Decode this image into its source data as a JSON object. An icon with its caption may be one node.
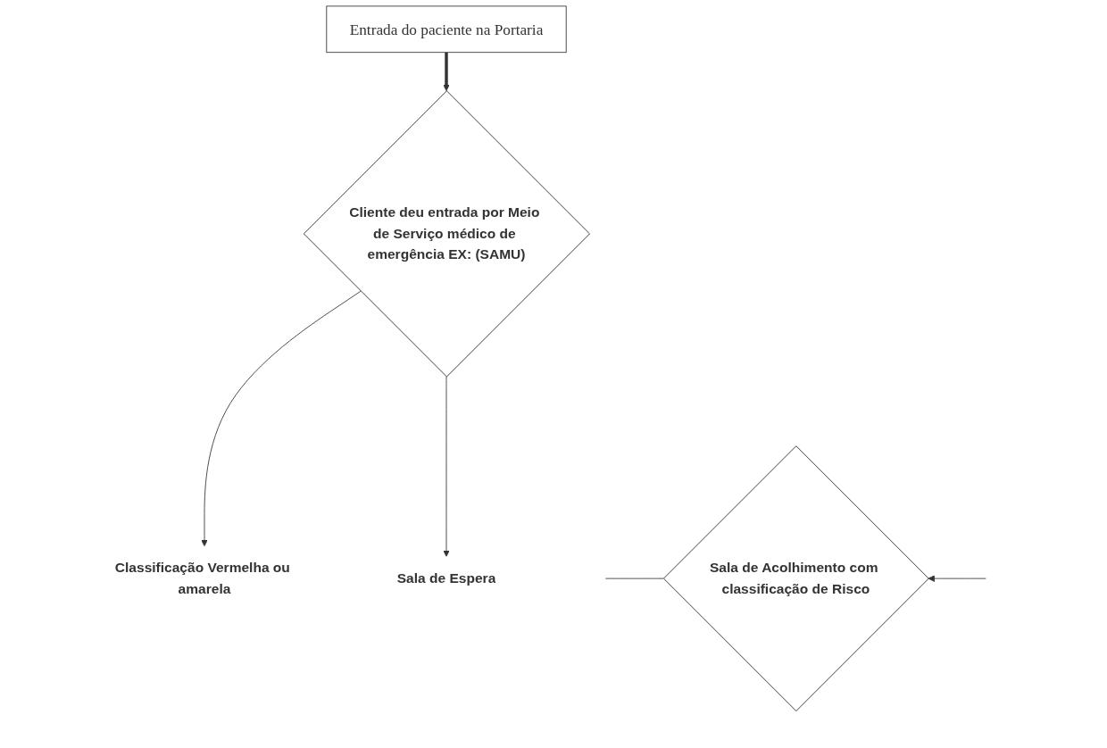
{
  "diagram": {
    "nodes": [
      {
        "text": [
          "Entrada do paciente na Portaria"
        ]
      },
      {
        "text": [
          "Cliente deu entrada por Meio de Serviço médico de emergência EX: (SAMU)"
        ]
      },
      {
        "text": [
          "Classificação Vermelha ou amarela"
        ]
      },
      {
        "text": [
          "Sala de Espera"
        ]
      },
      {
        "text": [
          "Sala de Acolhimento com classificação de Risco"
        ]
      }
    ],
    "edges": [
      {
        "from": 0,
        "to": 1,
        "arrow": "to",
        "style": "thick"
      },
      {
        "from": 1,
        "to": 2,
        "arrow": "to"
      },
      {
        "from": 1,
        "to": 3,
        "arrow": "to"
      },
      {
        "from": 4,
        "to": null,
        "arrow": "none"
      },
      {
        "from": null,
        "to": 4,
        "arrow": "to"
      }
    ]
  }
}
